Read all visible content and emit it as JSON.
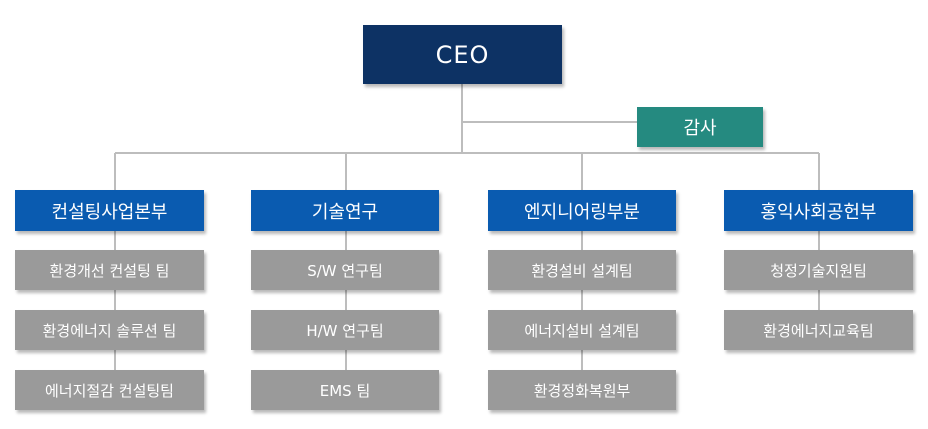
{
  "org": {
    "ceo": "CEO",
    "audit": "감사",
    "colors": {
      "ceo": "#0d3264",
      "audit": "#258a80",
      "department": "#0a5bb0",
      "team": "#9a9a9a",
      "line": "#bdbdbd"
    },
    "departments": [
      {
        "name": "컨설팅사업본부",
        "teams": [
          "환경개선 컨설팅 팀",
          "환경에너지 솔루션 팀",
          "에너지절감 컨설팅팀"
        ]
      },
      {
        "name": "기술연구",
        "teams": [
          "S/W 연구팀",
          "H/W 연구팀",
          "EMS 팀"
        ]
      },
      {
        "name": "엔지니어링부분",
        "teams": [
          "환경설비 설계팀",
          "에너지설비 설계팀",
          "환경정화복원부"
        ]
      },
      {
        "name": "홍익사회공헌부",
        "teams": [
          "청정기술지원팀",
          "환경에너지교육팀"
        ]
      }
    ]
  }
}
